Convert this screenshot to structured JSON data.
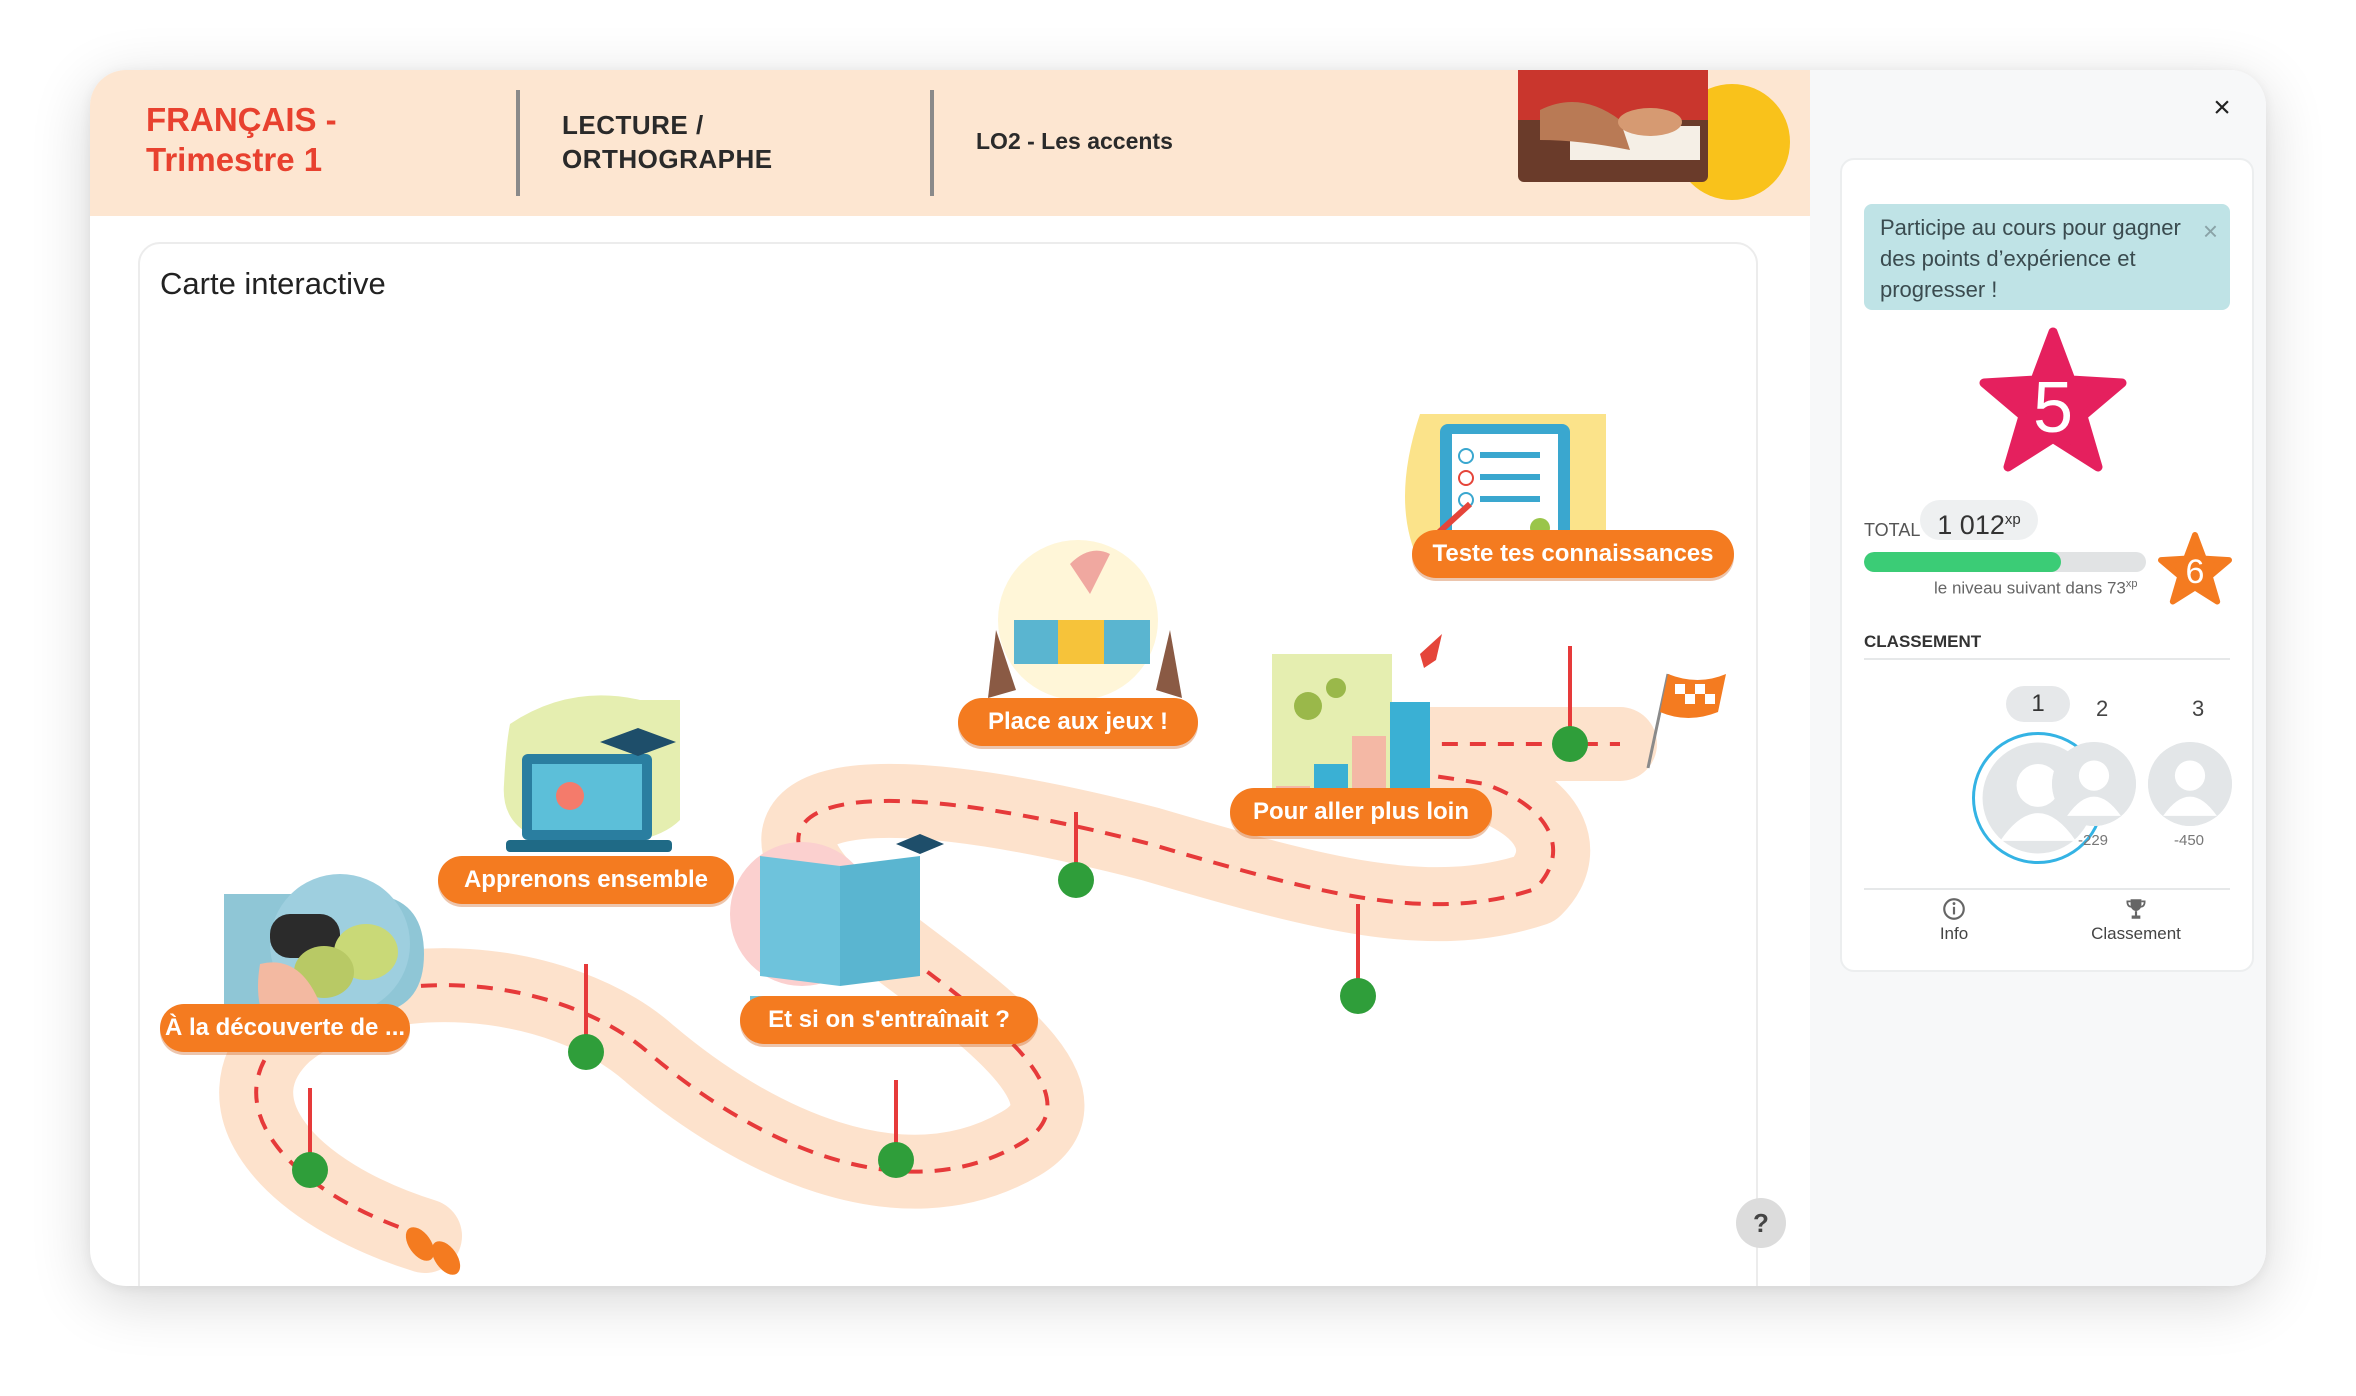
{
  "header": {
    "subject_line1": "FRANÇAIS -",
    "subject_line2": "Trimestre 1",
    "section_line1": "LECTURE /",
    "section_line2": "ORTHOGRAPHE",
    "lesson": "LO2 - Les accents"
  },
  "main": {
    "title": "Carte interactive",
    "stops": [
      {
        "label": "À la découverte de ..."
      },
      {
        "label": "Apprenons ensemble"
      },
      {
        "label": "Et si on s'entraînait ?"
      },
      {
        "label": "Place aux jeux !"
      },
      {
        "label": "Pour aller plus loin"
      },
      {
        "label": "Teste tes connaissances"
      }
    ],
    "help_label": "?"
  },
  "sidebar": {
    "close_label": "×",
    "notice": {
      "text": "Participe au cours pour gagner des points d’expérience et progresser !",
      "close_label": "×"
    },
    "level": "5",
    "total_label": "TOTAL",
    "total_xp": "1 012",
    "xp_unit": "xp",
    "progress_fraction": 0.7,
    "next_level_text": "le niveau suivant dans",
    "next_level_xp": "73",
    "next_level": "6",
    "ranking_header": "CLASSEMENT",
    "ranking": [
      {
        "rank": "1",
        "score": ""
      },
      {
        "rank": "2",
        "score": "-229"
      },
      {
        "rank": "3",
        "score": "-450"
      }
    ],
    "tabs": [
      {
        "label": "Info",
        "icon": "info-icon"
      },
      {
        "label": "Classement",
        "icon": "trophy-icon"
      }
    ]
  },
  "colors": {
    "header_bg": "#fde6d1",
    "title_red": "#e8412f",
    "pill_orange": "#f47b20",
    "path_peach": "#fde2cc",
    "dash_red": "#e63a3a",
    "node_green": "#2f9e3a",
    "level_star": "#e5205e",
    "next_star": "#f47b20",
    "progress_green": "#3bcc76",
    "notice_bg": "#bfe3e6",
    "avatar_ring": "#34b3e4"
  }
}
